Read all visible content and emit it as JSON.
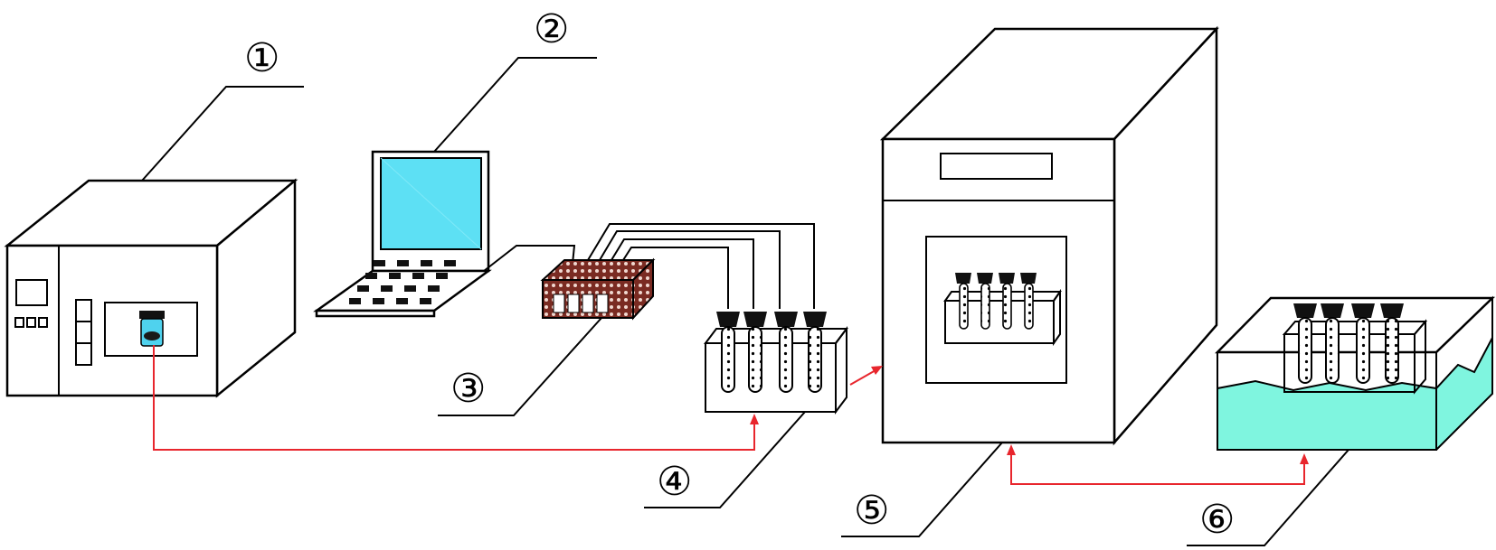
{
  "labels": {
    "n1": "①",
    "n2": "②",
    "n3": "③",
    "n4": "④",
    "n5": "⑤",
    "n6": "⑥"
  },
  "colors": {
    "flow_arrow": "#e8262d",
    "screen": "#5de0f4",
    "water": "#7ff5df",
    "vial_liquid": "#4fd2ee",
    "hub_body": "#7a2b22"
  },
  "icons": {
    "instrument": "instrument-icon",
    "laptop": "laptop-icon",
    "hub": "multichannel-hub-icon",
    "rack": "tube-rack-icon",
    "oven": "oven-icon",
    "bath": "water-bath-icon"
  }
}
